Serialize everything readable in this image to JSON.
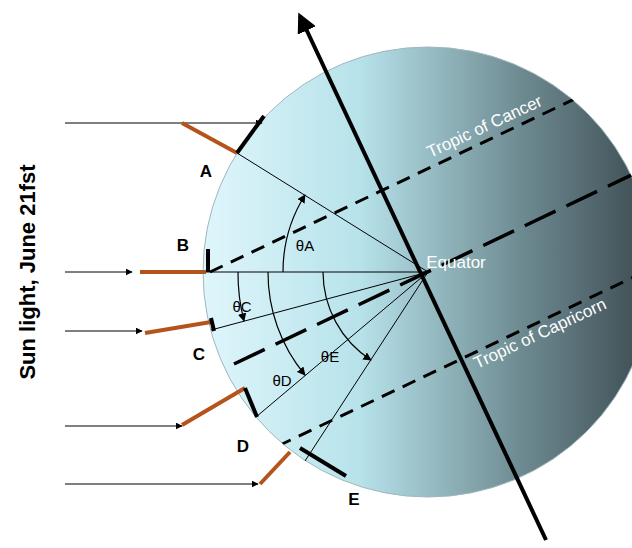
{
  "diagram": {
    "labels": [
      "Sun light, June 21fst",
      "A",
      "B",
      "C",
      "D",
      "E",
      "Tropic of Cancer",
      "Equator",
      "Tropic of Capricorn",
      "θA",
      "θC",
      "θD",
      "θE"
    ]
  }
}
